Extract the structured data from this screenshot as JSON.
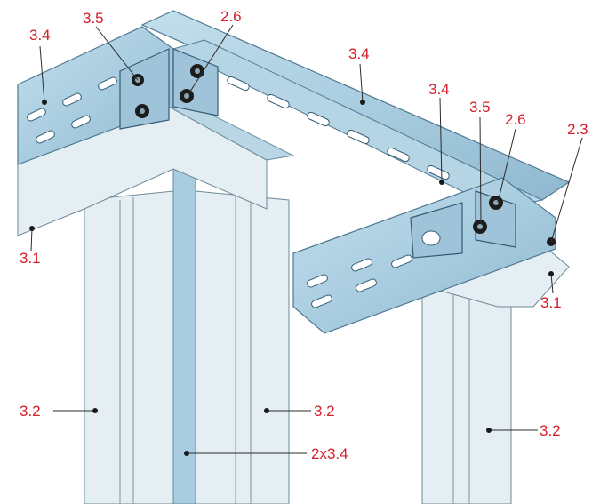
{
  "diagram": {
    "colors": {
      "label_red": "#d6202a",
      "profile_blue": "#a9cde0",
      "profile_blue_dark": "#7fa9c2",
      "perforated_panel": "#e4eef3",
      "perforation_mark": "#2a2a2a",
      "plate_blue": "#9fc3d8",
      "bolt_dark": "#1c1c1c"
    },
    "labels": {
      "left_rail": "3.4",
      "left_bolt": "3.5",
      "left_bracket": "2.6",
      "top_rail": "3.4",
      "right_rail": "3.4",
      "right_bolt": "3.5",
      "right_bracket": "2.6",
      "right_edge": "2.3",
      "left_beam": "3.1",
      "right_beam": "3.1",
      "left_upright_outer": "3.2",
      "left_upright_inner": "3.2",
      "center_double": "2x3.4",
      "right_upright": "3.2"
    }
  }
}
